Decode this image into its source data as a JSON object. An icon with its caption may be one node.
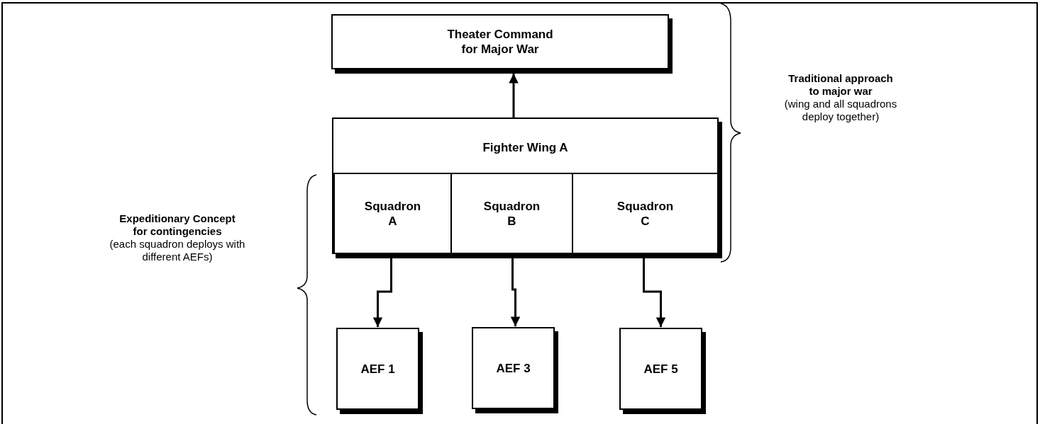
{
  "diagram": {
    "nodes": [
      {
        "text": [
          "Theater Command for Major War"
        ]
      },
      {
        "text": [
          "Fighter Wing A"
        ]
      },
      {
        "text": [
          "Squadron A"
        ],
        "in": 1
      },
      {
        "text": [
          "Squadron B"
        ],
        "in": 1
      },
      {
        "text": [
          "Squadron C"
        ],
        "in": 1
      },
      {
        "text": [
          "AEF 1"
        ]
      },
      {
        "text": [
          "AEF 3"
        ]
      },
      {
        "text": [
          "AEF 5"
        ]
      }
    ],
    "edges": [
      {
        "from": 1,
        "to": 0,
        "arrow": "to"
      },
      {
        "from": 2,
        "to": 5,
        "arrow": "to"
      },
      {
        "from": 3,
        "to": 6,
        "arrow": "to"
      },
      {
        "from": 4,
        "to": 7,
        "arrow": "to"
      }
    ],
    "labels": [
      "Traditional approach to major war",
      "(wing and all squadrons deploy together)",
      "Expeditionary Concept for contingencies",
      "(each squadron deploys with different AEFs)"
    ]
  }
}
